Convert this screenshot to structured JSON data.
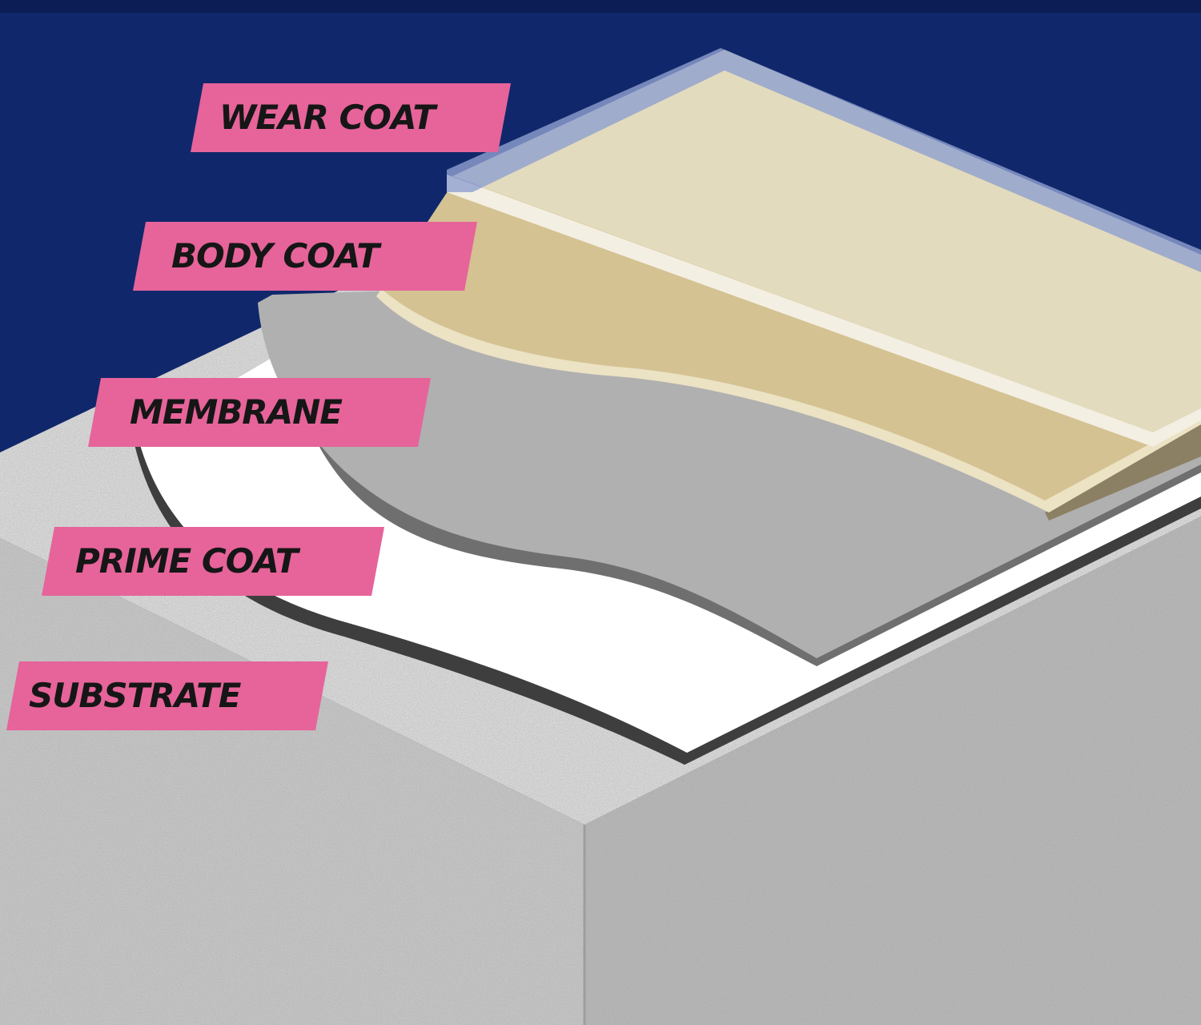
{
  "labels": {
    "wear_coat": "WEAR COAT",
    "body_coat": "BODY COAT",
    "membrane": "MEMBRANE",
    "prime_coat": "PRIME COAT",
    "substrate": "SUBSTRATE"
  },
  "colors": {
    "background": "#10276b",
    "label_fill": "#e6649a",
    "label_text": "#161616",
    "substrate_top": "#d6d6d6",
    "substrate_front": "#c3c3c3",
    "prime_coat": "#ffffff",
    "membrane": "#b0b0b0",
    "body_coat": "#d4c292",
    "wear_coat": "#e3dbbd",
    "clear_topcoat": "#8fa0cf"
  }
}
